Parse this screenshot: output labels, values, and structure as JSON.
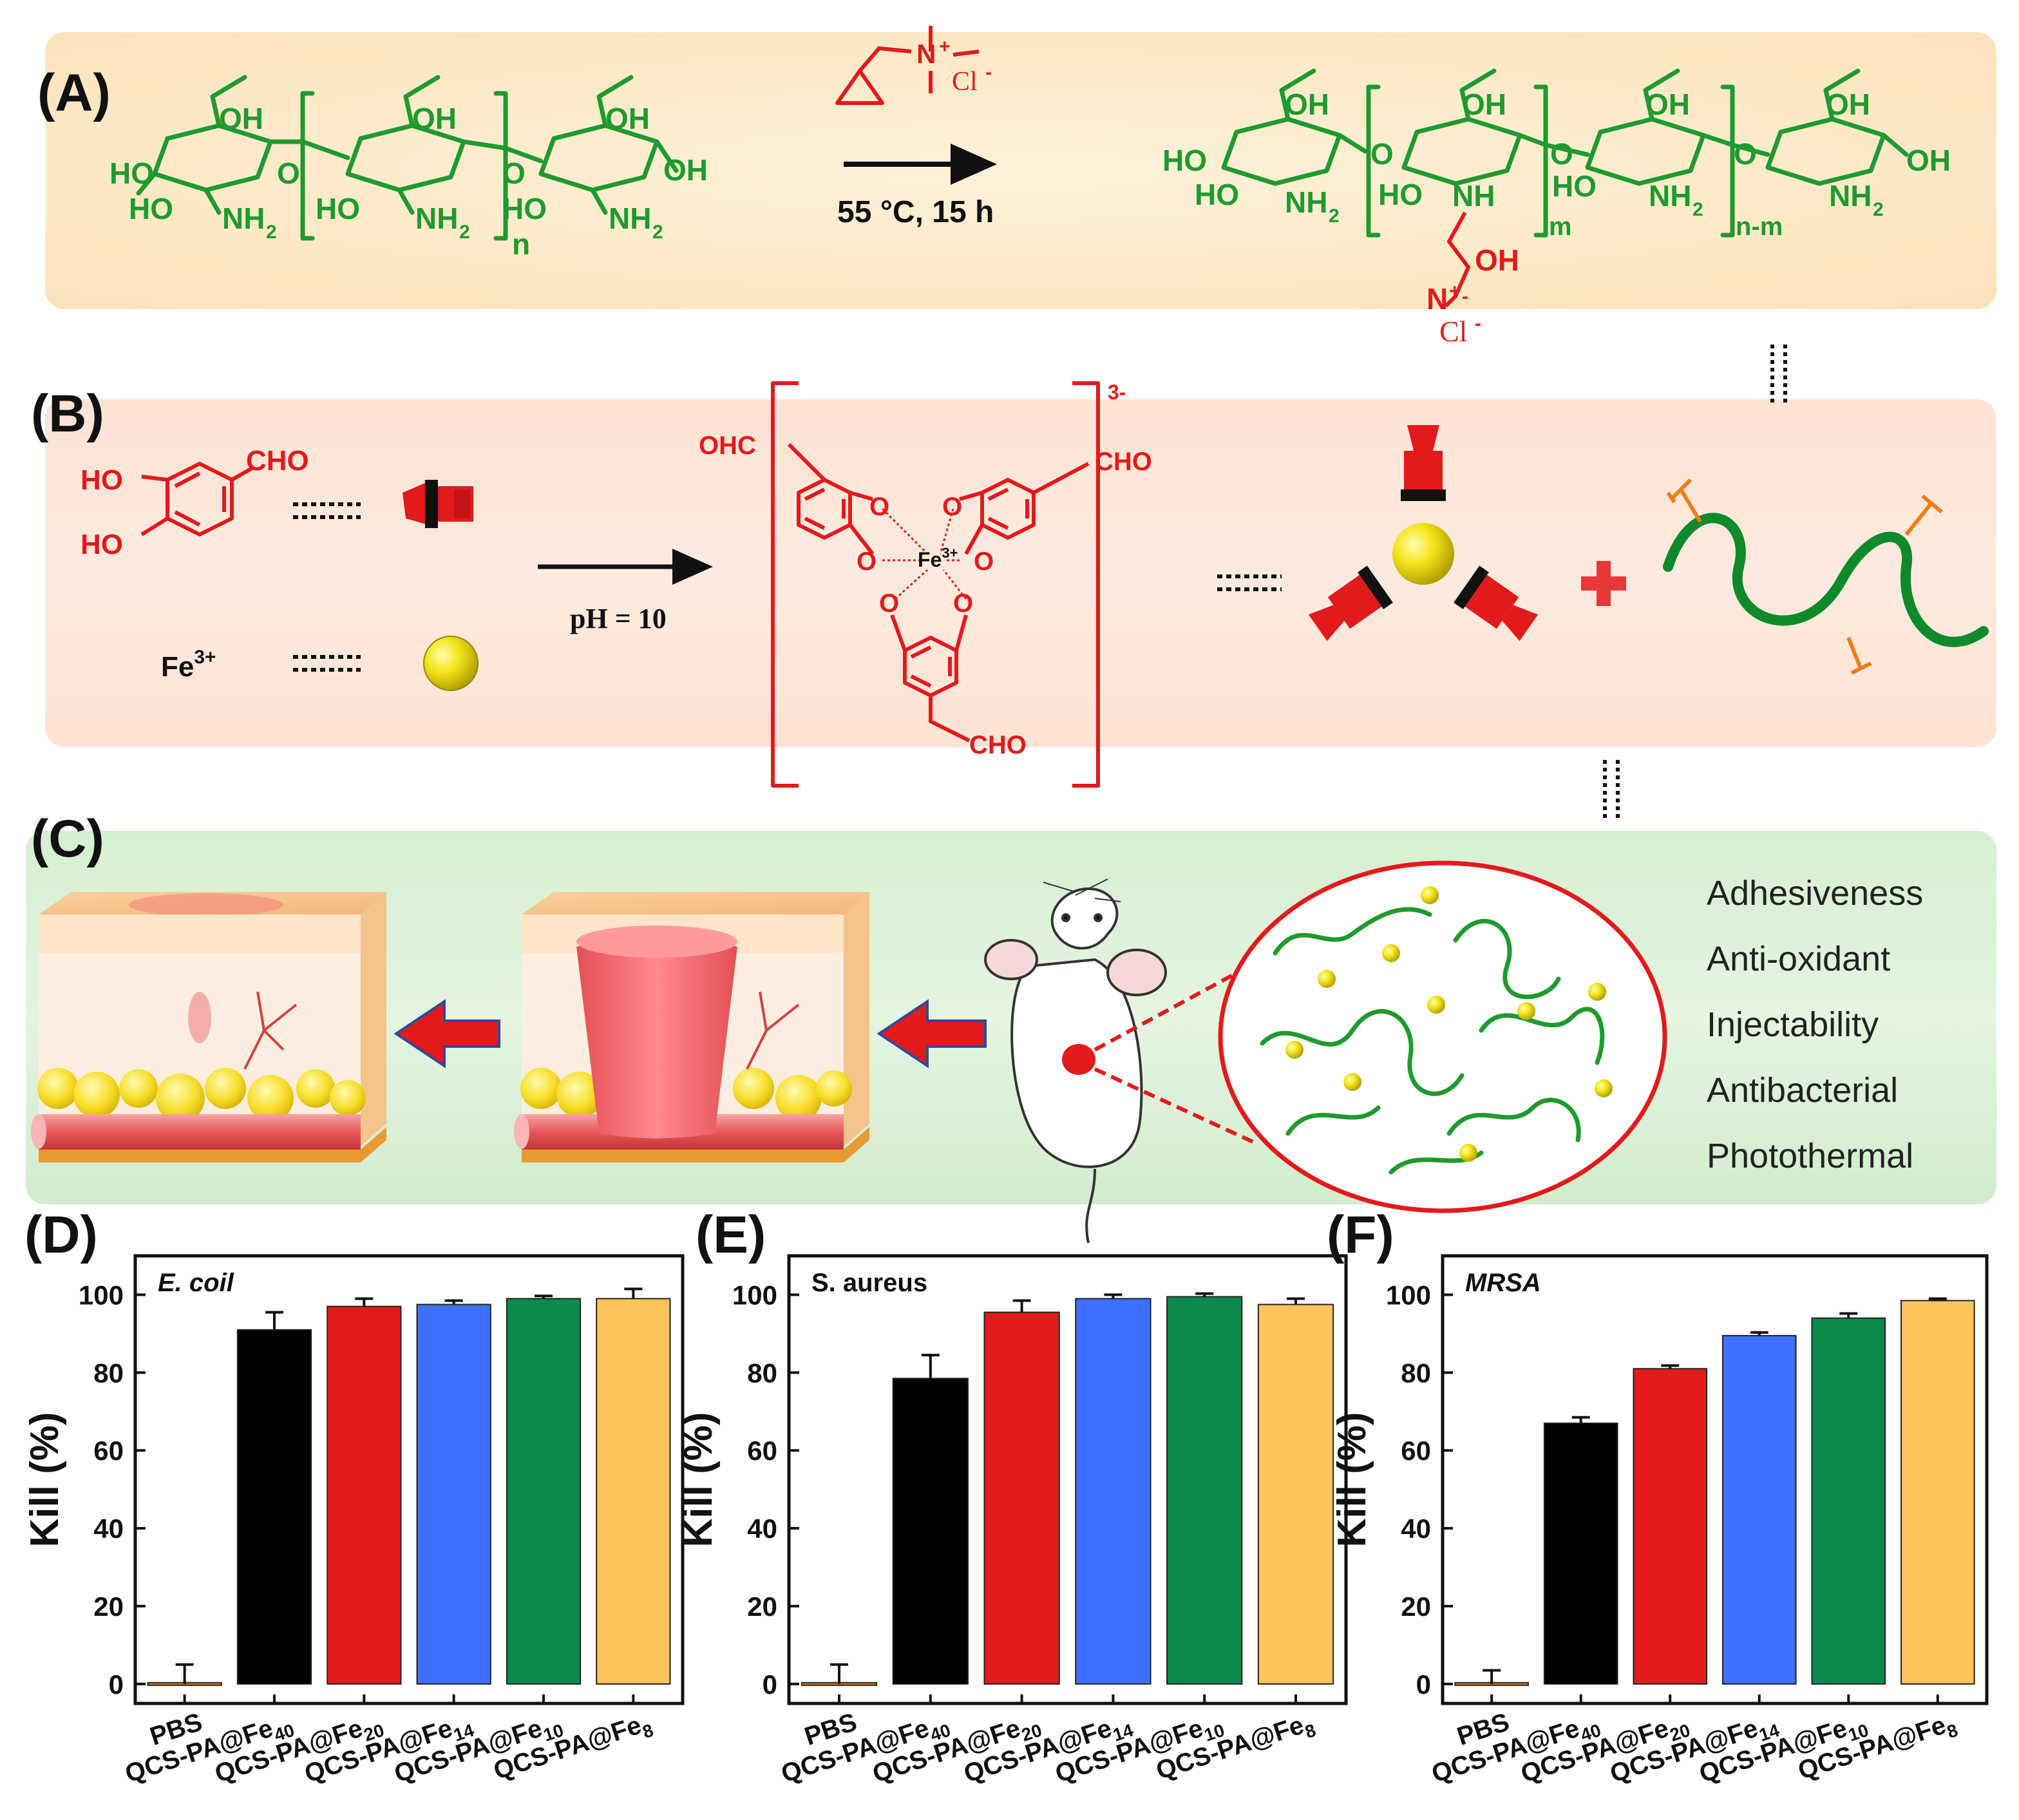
{
  "panels": {
    "a": "(A)",
    "b": "(B)",
    "c": "(C)",
    "d": "(D)",
    "e": "(E)",
    "f": "(F)"
  },
  "colors": {
    "green": "#1f9a2e",
    "red": "#e31a1c",
    "black": "#000000",
    "blue": "#3f6fff",
    "dark_green": "#0b8a4a",
    "light_orange": "#fbc35a",
    "orange": "#f07c12"
  },
  "panel_a": {
    "labels": {
      "oh": "OH",
      "ho": "HO",
      "nh2": "NH",
      "sub2": "2",
      "nh": "NH",
      "o": "O",
      "n": "n",
      "m": "m",
      "nm": "n-m"
    },
    "reagent": {
      "n": "N",
      "plus": "+",
      "cl": "Cl",
      "minus": "-"
    },
    "condition": "55 °C, 15 h"
  },
  "panel_b": {
    "aldehyde": {
      "ho": "HO",
      "cho": "CHO"
    },
    "fe": "Fe",
    "fe_charge": "3+",
    "condition": "pH = 10",
    "complex": {
      "ohc": "OHC",
      "cho": "CHO",
      "o": "O",
      "fe": "Fe",
      "fe_charge": "3+",
      "charge": "3-"
    }
  },
  "panel_c": {
    "properties": [
      "Adhesiveness",
      "Anti-oxidant",
      "Injectability",
      "Antibacterial",
      "Photothermal"
    ]
  },
  "chart_data": [
    {
      "type": "bar",
      "panel": "(D)",
      "annotation": "E. coil",
      "ylabel": "Kill (%)",
      "ylim": [
        -5,
        110
      ],
      "yticks": [
        0,
        20,
        40,
        60,
        80,
        100
      ],
      "categories": [
        "PBS",
        "QCS-PA@Fe40",
        "QCS-PA@Fe20",
        "QCS-PA@Fe14",
        "QCS-PA@Fe10",
        "QCS-PA@Fe8"
      ],
      "values": [
        0,
        91,
        97,
        97.5,
        99,
        99
      ],
      "errors": [
        5,
        4.5,
        2,
        1,
        0.7,
        2.5
      ],
      "bar_colors": [
        "#f07c12",
        "#000000",
        "#e31a1c",
        "#3f6fff",
        "#0b8a4a",
        "#fbc35a"
      ]
    },
    {
      "type": "bar",
      "panel": "(E)",
      "annotation": "S. aureus",
      "ylabel": "Kill (%)",
      "ylim": [
        -5,
        110
      ],
      "yticks": [
        0,
        20,
        40,
        60,
        80,
        100
      ],
      "categories": [
        "PBS",
        "QCS-PA@Fe40",
        "QCS-PA@Fe20",
        "QCS-PA@Fe14",
        "QCS-PA@Fe10",
        "QCS-PA@Fe8"
      ],
      "values": [
        0,
        78.5,
        95.5,
        99,
        99.5,
        97.5
      ],
      "errors": [
        5,
        6,
        3,
        1,
        0.8,
        1.5
      ],
      "bar_colors": [
        "#f07c12",
        "#000000",
        "#e31a1c",
        "#3f6fff",
        "#0b8a4a",
        "#fbc35a"
      ]
    },
    {
      "type": "bar",
      "panel": "(F)",
      "annotation": "MRSA",
      "ylabel": "Kill (%)",
      "ylim": [
        -5,
        110
      ],
      "yticks": [
        0,
        20,
        40,
        60,
        80,
        100
      ],
      "categories": [
        "PBS",
        "QCS-PA@Fe40",
        "QCS-PA@Fe20",
        "QCS-PA@Fe14",
        "QCS-PA@Fe10",
        "QCS-PA@Fe8"
      ],
      "values": [
        0,
        67,
        81,
        89.5,
        94,
        98.5
      ],
      "errors": [
        3.5,
        1.5,
        0.8,
        0.8,
        1.2,
        0.5
      ],
      "bar_colors": [
        "#f07c12",
        "#000000",
        "#e31a1c",
        "#3f6fff",
        "#0b8a4a",
        "#fbc35a"
      ]
    }
  ]
}
